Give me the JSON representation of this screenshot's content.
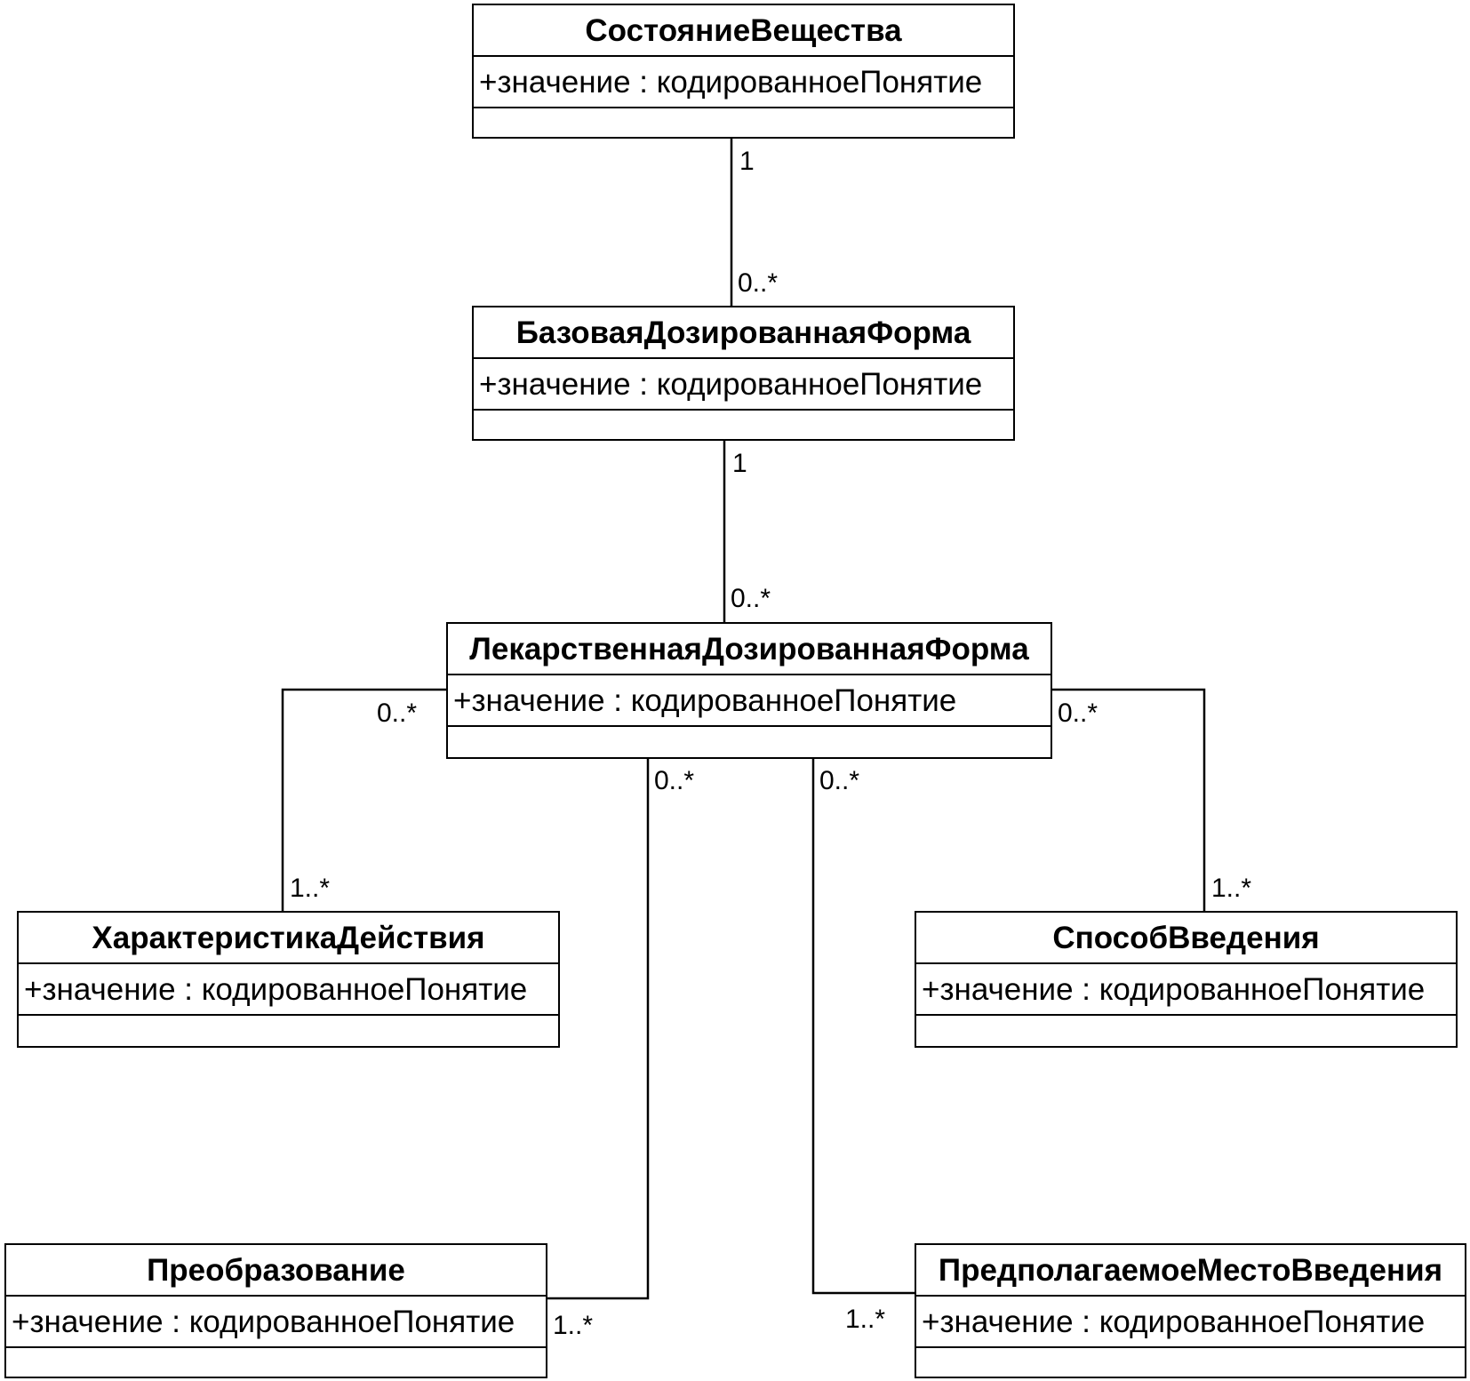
{
  "classes": {
    "state": {
      "name": "СостояниеВещества",
      "attribute": "+значение : кодированноеПонятие"
    },
    "base_form": {
      "name": "БазоваяДозированнаяФорма",
      "attribute": "+значение : кодированноеПонятие"
    },
    "drug_form": {
      "name": "ЛекарственнаяДозированнаяФорма",
      "attribute": "+значение : кодированноеПонятие"
    },
    "action": {
      "name": "ХарактеристикаДействия",
      "attribute": "+значение : кодированноеПонятие"
    },
    "route": {
      "name": "СпособВведения",
      "attribute": "+значение : кодированноеПонятие"
    },
    "transform": {
      "name": "Преобразование",
      "attribute": "+значение : кодированноеПонятие"
    },
    "site": {
      "name": "ПредполагаемоеМестоВведения",
      "attribute": "+значение : кодированноеПонятие"
    }
  },
  "multiplicities": {
    "state_base_top": "1",
    "state_base_bottom": "0..*",
    "base_drug_top": "1",
    "base_drug_bottom": "0..*",
    "drug_action_near": "0..*",
    "drug_action_far": "1..*",
    "drug_route_near": "0..*",
    "drug_route_far": "1..*",
    "drug_transform_near": "0..*",
    "drug_transform_far": "1..*",
    "drug_site_near": "0..*",
    "drug_site_far": "1..*"
  }
}
